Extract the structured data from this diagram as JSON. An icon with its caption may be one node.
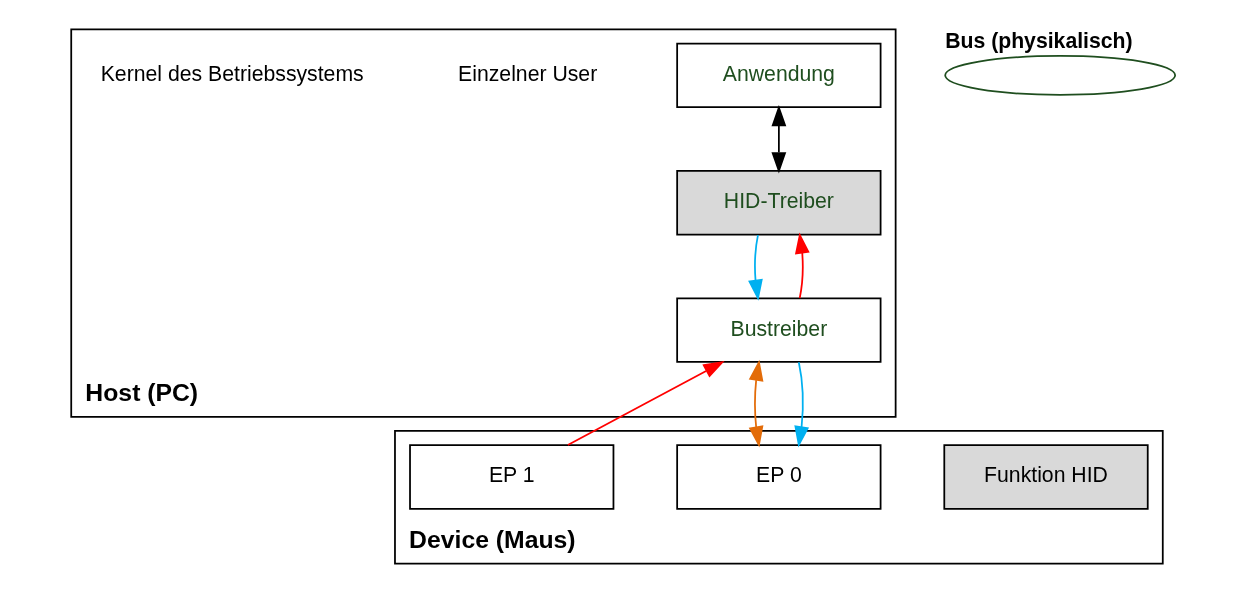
{
  "diagram": {
    "nodes": [
      {
        "text": [
          "Host (PC)"
        ]
      },
      {
        "text": [
          "Anwendung"
        ],
        "in": 0
      },
      {
        "text": [
          "HID-Treiber"
        ],
        "in": 0
      },
      {
        "text": [
          "Bustreiber"
        ],
        "in": 0
      },
      {
        "text": [],
        "shape": "ellipse",
        "beside": [
          "Bus (physikalisch)"
        ]
      },
      {
        "text": [
          "Device (Maus)"
        ]
      },
      {
        "text": [
          "Funktion HID"
        ],
        "in": 5
      },
      {
        "text": [
          "EP 0"
        ],
        "in": 5
      },
      {
        "text": [
          "EP 1"
        ],
        "in": 5
      }
    ],
    "edges": [
      {
        "from": 1,
        "to": 2,
        "arrow": "both",
        "color": "#000000"
      },
      {
        "from": 2,
        "to": 3,
        "arrow": "to",
        "color": "#00b0f0"
      },
      {
        "from": 3,
        "to": 2,
        "arrow": "to",
        "color": "#ff0000"
      },
      {
        "from": 3,
        "to": 7,
        "arrow": "both",
        "color": "#e36c09"
      },
      {
        "from": 3,
        "to": 7,
        "arrow": "to",
        "color": "#00b0f0"
      },
      {
        "from": 8,
        "to": 3,
        "arrow": "to",
        "color": "#ff0000"
      }
    ],
    "labels": [
      "Einzelner User",
      "Kernel des Betriebssystems"
    ]
  }
}
